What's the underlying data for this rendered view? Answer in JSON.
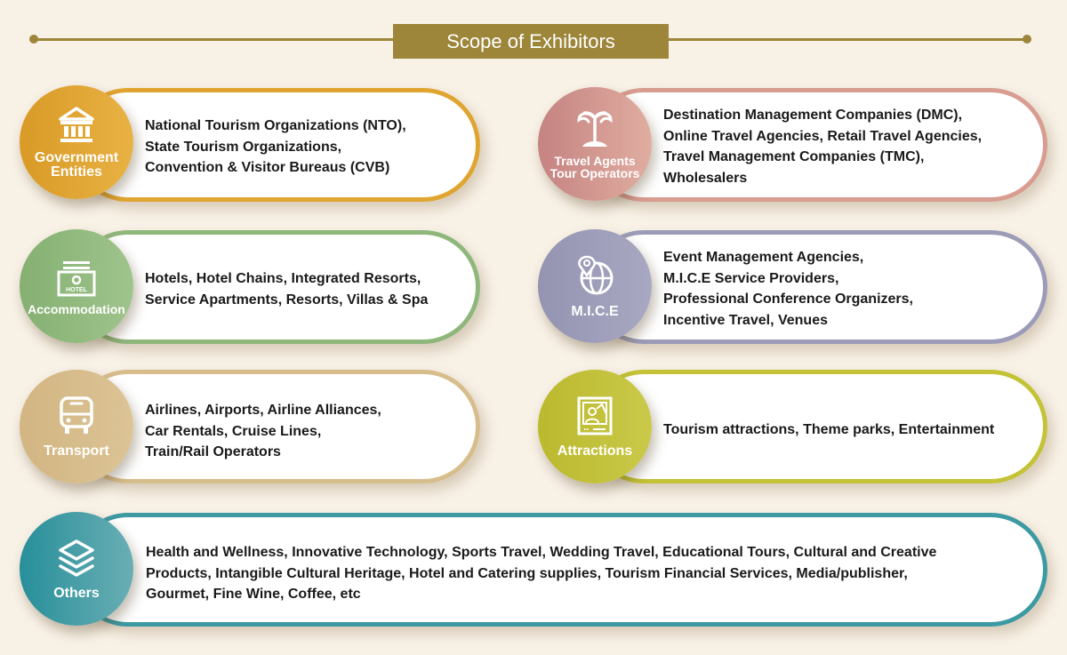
{
  "header": {
    "title": "Scope of Exhibitors",
    "accent": "#9d863a"
  },
  "categories": [
    {
      "id": "government",
      "label_lines": [
        "Government",
        "Entities"
      ],
      "icon": "government-building-icon",
      "color": "#e0a531",
      "lines": [
        "National Tourism Organizations (NTO),",
        "State Tourism Organizations,",
        "Convention & Visitor Bureaus (CVB)"
      ]
    },
    {
      "id": "travel",
      "label_lines": [
        "Travel Agents",
        "Tour Operators"
      ],
      "icon": "palm-tree-icon",
      "color": "#d69e92",
      "lines": [
        "Destination Management Companies (DMC),",
        "Online Travel Agencies, Retail Travel Agencies,",
        "Travel Management Companies (TMC),",
        "Wholesalers"
      ]
    },
    {
      "id": "accommodation",
      "label_lines": [
        "Accommodation"
      ],
      "icon": "hotel-sign-icon",
      "color": "#8fb77c",
      "lines": [
        "Hotels, Hotel Chains, Integrated Resorts,",
        "Service Apartments, Resorts, Villas & Spa"
      ]
    },
    {
      "id": "mice",
      "label_lines": [
        "M.I.C.E"
      ],
      "icon": "globe-location-icon",
      "color": "#9c9cb8",
      "lines": [
        "Event Management Agencies,",
        "M.I.C.E Service Providers,",
        "Professional Conference Organizers,",
        "Incentive Travel, Venues"
      ]
    },
    {
      "id": "transport",
      "label_lines": [
        "Transport"
      ],
      "icon": "bus-icon",
      "color": "#d8bd8c",
      "lines": [
        "Airlines, Airports, Airline Alliances,",
        "Car Rentals, Cruise Lines,",
        "Train/Rail Operators"
      ]
    },
    {
      "id": "attractions",
      "label_lines": [
        "Attractions"
      ],
      "icon": "picture-frame-icon",
      "color": "#c4c236",
      "lines": [
        "Tourism attractions, Theme parks, Entertainment"
      ]
    },
    {
      "id": "others",
      "label_lines": [
        "Others"
      ],
      "icon": "layers-icon",
      "color": "#3d9aa3",
      "lines": [
        "Health and Wellness, Innovative Technology, Sports Travel, Wedding Travel, Educational Tours, Cultural and Creative",
        "Products, Intangible Cultural Heritage, Hotel and Catering supplies, Tourism Financial Services, Media/publisher,",
        "Gourmet, Fine Wine, Coffee, etc"
      ]
    }
  ]
}
